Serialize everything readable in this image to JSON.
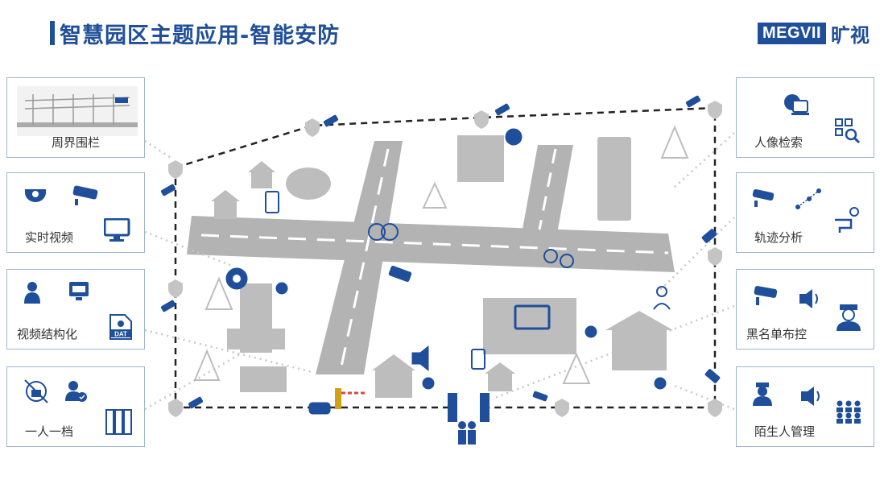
{
  "header": {
    "title": "智慧园区主题应用-智能安防",
    "brand_logo": "MEGVII",
    "brand_cn": "旷视"
  },
  "colors": {
    "primary": "#1f4e9a",
    "road": "#b3b3b3",
    "building": "#bdbdbd",
    "dotted": "#c7c7c7",
    "shield": "#c4c4c4",
    "gate_accent": "#d4a017"
  },
  "left_panels": [
    {
      "label": "周界围栏",
      "icons": [
        "perimeter-fence-photo"
      ]
    },
    {
      "label": "实时视频",
      "icons": [
        "dome-camera-icon",
        "bullet-camera-icon",
        "monitor-icon"
      ]
    },
    {
      "label": "视频结构化",
      "icons": [
        "person-icon",
        "vehicle-icon",
        "data-file-icon"
      ],
      "badge": "DAT"
    },
    {
      "label": "一人一档",
      "icons": [
        "face-lock-icon",
        "user-check-icon",
        "file-cabinet-icon"
      ]
    }
  ],
  "right_panels": [
    {
      "label": "人像检索",
      "icons": [
        "web-search-icon",
        "qr-scan-icon"
      ]
    },
    {
      "label": "轨迹分析",
      "icons": [
        "bullet-camera-icon",
        "track-dots-icon",
        "route-icon"
      ]
    },
    {
      "label": "黑名单布控",
      "icons": [
        "bullet-camera-icon",
        "speaker-icon",
        "guard-icon"
      ]
    },
    {
      "label": "陌生人管理",
      "icons": [
        "police-icon",
        "speaker-icon",
        "group-icon"
      ]
    }
  ]
}
